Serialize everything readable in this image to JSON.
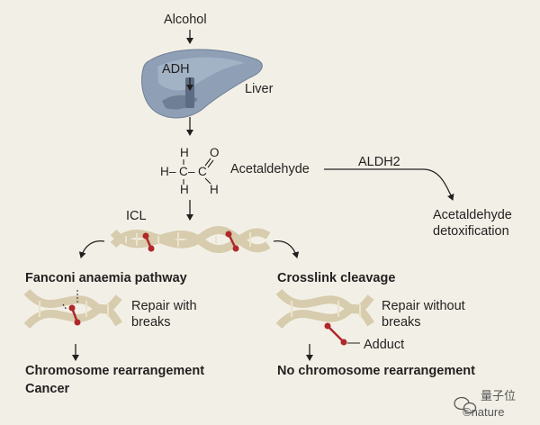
{
  "colors": {
    "background": "#f2f0e6",
    "liver": "#8e9fb6",
    "liver_light": "#b5c2d3",
    "dna": "#d8ccae",
    "crosslink": "#b0282a",
    "text": "#231f20"
  },
  "labels": {
    "alcohol": "Alcohol",
    "adh": "ADH",
    "liver": "Liver",
    "acetaldehyde": "Acetaldehyde",
    "aldh2": "ALDH2",
    "detox_line1": "Acetaldehyde",
    "detox_line2": "detoxification",
    "icl": "ICL",
    "fanconi": "Fanconi anaemia pathway",
    "crosslink_cleavage": "Crosslink cleavage",
    "repair_breaks_line1": "Repair with",
    "repair_breaks_line2": "breaks",
    "repair_no_breaks_line1": "Repair without",
    "repair_no_breaks_line2": "breaks",
    "adduct": "Adduct",
    "outcome_left_line1": "Chromosome rearrangement",
    "outcome_left_line2": "Cancer",
    "outcome_right": "No chromosome rearrangement"
  },
  "molecule": {
    "h_top": "H",
    "h_left": "H",
    "c1": "C",
    "c2": "C",
    "o": "O",
    "h_bottom_left": "H",
    "h_bottom_right": "H",
    "bond_left": "–",
    "bond_mid": "–"
  },
  "watermark": {
    "left": "量子位",
    "right": "©nature"
  },
  "icons": [
    "wechat-icon",
    "liver-illustration",
    "dna-helix"
  ]
}
